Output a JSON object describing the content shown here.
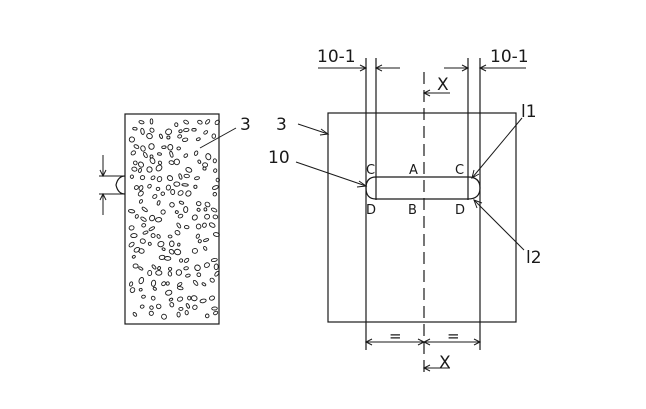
{
  "labels": {
    "left_block": "3",
    "right_block": "3",
    "slot": "10",
    "edge_left": "10-1",
    "edge_right": "10-1",
    "axis_top": "X",
    "axis_bottom": "X",
    "l1": "l1",
    "l2": "l2",
    "c_left": "C",
    "c_right": "C",
    "a": "A",
    "b": "B",
    "d_left": "D",
    "d_right": "D",
    "equal_left": "=",
    "equal_right": "="
  }
}
